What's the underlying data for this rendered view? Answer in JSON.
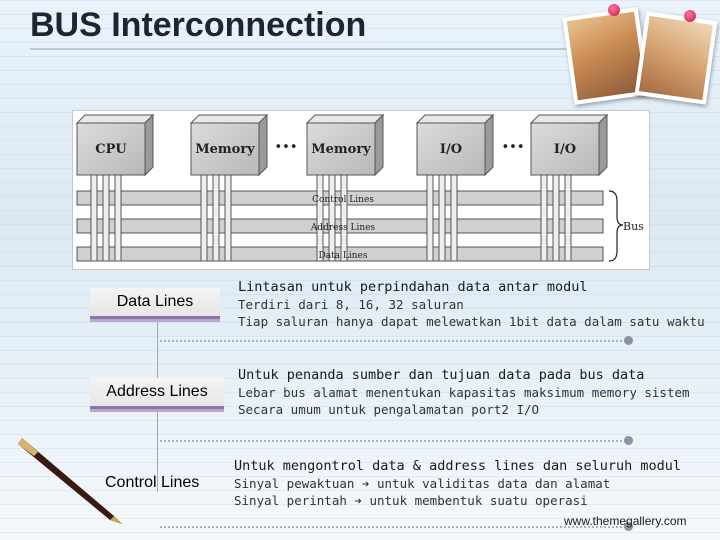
{
  "title": "BUS Interconnection",
  "diagram": {
    "modules": [
      "CPU",
      "Memory",
      "Memory",
      "I/O",
      "I/O"
    ],
    "ellipsis": "•••",
    "lines": [
      "Control Lines",
      "Address Lines",
      "Data Lines"
    ],
    "bus_label": "Bus"
  },
  "rows": [
    {
      "label": "Data Lines",
      "lines": [
        "Lintasan untuk perpindahan data antar modul",
        "Terdiri dari 8, 16, 32 saluran",
        "Tiap saluran hanya dapat melewatkan 1bit data dalam satu waktu"
      ]
    },
    {
      "label": "Address Lines",
      "lines": [
        "Untuk penanda sumber dan tujuan data pada bus data",
        "Lebar bus alamat menentukan kapasitas maksimum memory sistem",
        "Secara umum untuk pengalamatan port2 I/O"
      ]
    },
    {
      "label": "Control Lines",
      "lines": [
        "Untuk mengontrol data & address lines dan seluruh modul",
        "Sinyal pewaktuan ➔ untuk validitas data dan alamat",
        "Sinyal perintah ➔ untuk membentuk suatu operasi"
      ]
    }
  ],
  "footer": "www.themegallery.com",
  "colors": {
    "title": "#1d2433",
    "label_underline": "#8b76a8",
    "separator": "#a9b2c4",
    "separator_dot": "#8c92a6"
  }
}
